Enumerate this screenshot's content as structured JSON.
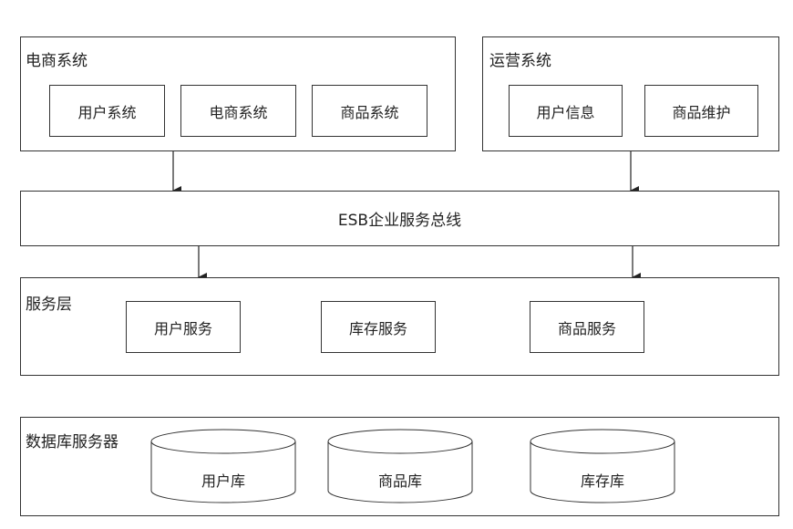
{
  "ecommerce": {
    "title": "电商系统",
    "nodes": [
      "用户系统",
      "电商系统",
      "商品系统"
    ]
  },
  "operations": {
    "title": "运营系统",
    "nodes": [
      "用户信息",
      "商品维护"
    ]
  },
  "bus": {
    "label": "ESB企业服务总线"
  },
  "service_layer": {
    "title": "服务层",
    "nodes": [
      "用户服务",
      "库存服务",
      "商品服务"
    ]
  },
  "database_layer": {
    "title": "数据库服务器",
    "databases": [
      "用户库",
      "商品库",
      "库存库"
    ]
  }
}
